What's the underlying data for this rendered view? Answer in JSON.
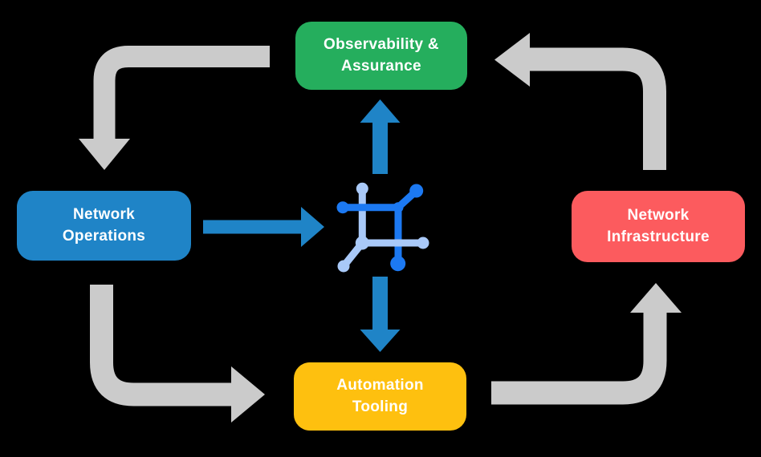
{
  "diagram": {
    "title": "",
    "nodes": {
      "observability": {
        "label": "Observability &\nAssurance",
        "color": "#25AE5D"
      },
      "operations": {
        "label": "Network\nOperations",
        "color": "#1F84C7"
      },
      "infrastructure": {
        "label": "Network\nInfrastructure",
        "color": "#FC5B5E"
      },
      "automation": {
        "label": "Automation\nTooling",
        "color": "#FEC00F"
      }
    },
    "center_icon": "network-platform-icon",
    "flows": [
      {
        "from": "observability-assurance",
        "to": "network-operations",
        "style": "gray-elbow"
      },
      {
        "from": "network-operations",
        "to": "automation-tooling",
        "style": "gray-elbow"
      },
      {
        "from": "automation-tooling",
        "to": "network-infrastructure",
        "style": "gray-elbow"
      },
      {
        "from": "network-infrastructure",
        "to": "observability-assurance",
        "style": "gray-elbow"
      },
      {
        "from": "network-operations",
        "to": "platform-icon",
        "style": "blue-straight"
      },
      {
        "from": "platform-icon",
        "to": "observability-assurance",
        "style": "blue-straight"
      },
      {
        "from": "platform-icon",
        "to": "automation-tooling",
        "style": "blue-straight"
      }
    ]
  },
  "colors": {
    "background": "#000000",
    "node_green": "#25AE5D",
    "node_blue": "#1F84C7",
    "node_red": "#FC5B5E",
    "node_yellow": "#FEC00F",
    "arrow_gray": "#CBCBCB",
    "arrow_blue": "#1F84C7",
    "icon_dark": "#1C79F2",
    "icon_light": "#A9C9F8",
    "label_text": "#FFFFFF"
  }
}
